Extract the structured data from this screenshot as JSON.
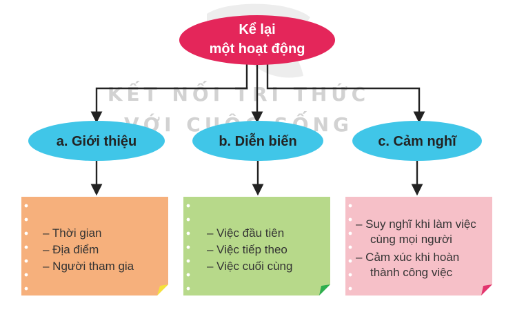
{
  "watermark": {
    "line1": "KẾT NỐI TRI THỨC",
    "line2": "VỚI CUỘC SỐNG"
  },
  "root": {
    "line1": "Kể lại",
    "line2": "một hoạt động"
  },
  "branches": [
    {
      "label": "a. Giới thiệu",
      "items": [
        "–  Thời gian",
        "–  Địa điểm",
        "–  Người tham gia"
      ]
    },
    {
      "label": "b. Diễn biến",
      "items": [
        "–  Việc đầu tiên",
        "–  Việc tiếp theo",
        "–  Việc cuối cùng"
      ]
    },
    {
      "label": "c. Cảm nghĩ",
      "items": [
        "–  Suy nghĩ khi làm việc",
        "cùng mọi người",
        "–  Cảm xúc khi hoàn",
        "thành công việc"
      ]
    }
  ],
  "colors": {
    "root_fill": "#e4265a",
    "branch_fill": "#40c6e8",
    "note1": "#f6b07c",
    "note2": "#b7d98a",
    "note3": "#f6c0c8",
    "curl1": "#f4e23a",
    "curl2": "#2eae4e",
    "curl3": "#e2356e",
    "arrow": "#222222",
    "watermark": "#c9c9c9"
  }
}
